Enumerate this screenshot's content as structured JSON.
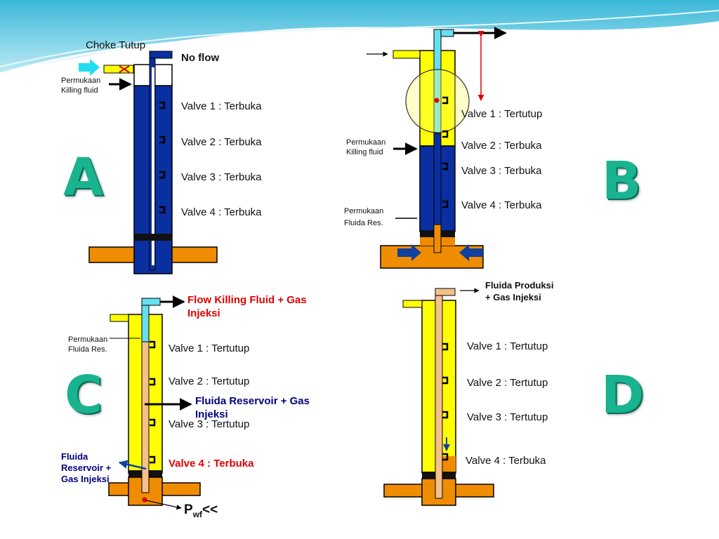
{
  "panels": {
    "A": {
      "letter": "A",
      "choke_label": "Choke Tutup",
      "flow_label": "No flow",
      "surface_label": "Permukaan Killing fluid",
      "valves": [
        "Valve 1 : Terbuka",
        "Valve 2 : Terbuka",
        "Valve 3 : Terbuka",
        "Valve 4 : Terbuka"
      ]
    },
    "B": {
      "letter": "B",
      "killing_label": "Permukaan Killing fluid",
      "res_label": "Permukaan Fluida Res.",
      "valves": [
        "Valve 1 : Tertutup",
        "Valve 2 : Terbuka",
        "Valve 3 : Terbuka",
        "Valve 4 : Terbuka"
      ]
    },
    "C": {
      "letter": "C",
      "flow_label": "Flow Killing Fluid + Gas Injeksi",
      "res_label": "Permukaan Fluida Res.",
      "mix_label": "Fluida Reservoir + Gas Injeksi",
      "side_label": "Fluida Reservoir + Gas Injeksi",
      "pwf_main": "P",
      "pwf_sub": "wf",
      "pwf_suffix": "<<",
      "valves": [
        "Valve 1 : Tertutup",
        "Valve 2 : Tertutup",
        "Valve 3 : Tertutup",
        "Valve 4 : Terbuka"
      ]
    },
    "D": {
      "letter": "D",
      "out_label": "Fluida Produksi + Gas Injeksi",
      "valves": [
        "Valve 1 : Tertutup",
        "Valve 2 : Tertutup",
        "Valve 3 : Tertutup",
        "Valve 4 : Terbuka"
      ]
    }
  },
  "colors": {
    "kill_fluid": "#0a2fa0",
    "reservoir": "#f08c00",
    "gas_lift": "#ffff00",
    "gas": "#66e0f0",
    "production": "#f5c08a",
    "packer": "#111111",
    "red_text": "#e00000",
    "blue_text": "#000080",
    "letter": "#19b38f"
  }
}
